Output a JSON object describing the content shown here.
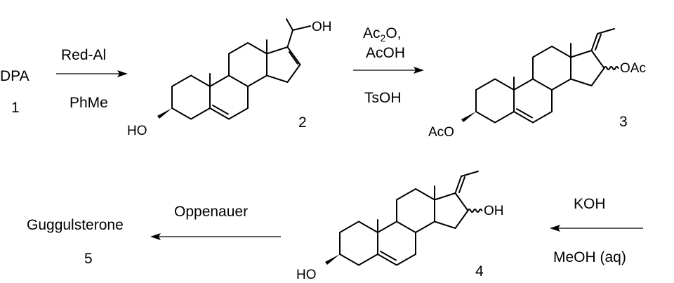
{
  "scheme": {
    "step1": {
      "start_material": "DPA",
      "start_number": "1",
      "reagent": "Red-Al",
      "solvent": "PhMe"
    },
    "compound2": {
      "substituent_oh": "OH",
      "ring_oh": "HO",
      "number": "2"
    },
    "step2": {
      "reagent_a": "Ac",
      "reagent_a_sub": "2",
      "reagent_a_end": "O,",
      "reagent_b": "AcOH",
      "catalyst": "TsOH"
    },
    "compound3": {
      "ring_oac": "AcO",
      "side_oac": "OAc",
      "number": "3"
    },
    "step3": {
      "reagent": "KOH",
      "solvent": "MeOH (aq)"
    },
    "compound4": {
      "ring_oh": "HO",
      "side_oh": "OH",
      "number": "4"
    },
    "step4": {
      "reagent": "Oppenauer"
    },
    "product": {
      "name": "Guggulsterone",
      "number": "5"
    }
  }
}
